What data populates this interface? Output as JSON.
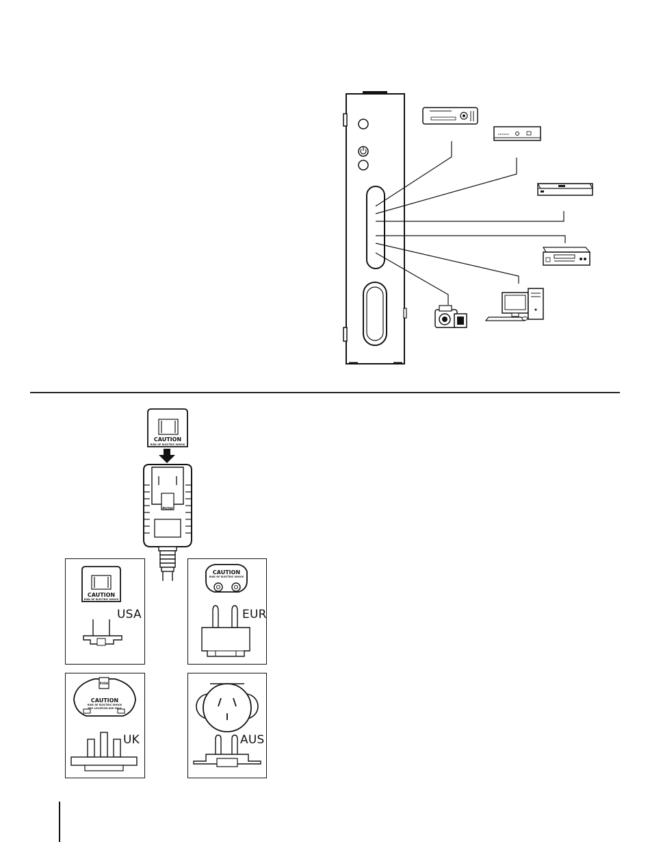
{
  "adapter": {
    "caution_title": "CAUTION",
    "caution_line1": "RISK OF ELECTRIC SHOCK",
    "caution_line2": "DRY LOCATION USE ONLY",
    "push_label": "PUSH"
  },
  "plugs": {
    "usa": "USA",
    "eur": "EUR",
    "uk": "UK",
    "aus": "AUS"
  },
  "devices": [
    {
      "name": "game-console"
    },
    {
      "name": "set-top-box"
    },
    {
      "name": "dvd-player"
    },
    {
      "name": "vcr"
    },
    {
      "name": "desktop-computer"
    },
    {
      "name": "camcorder"
    }
  ]
}
